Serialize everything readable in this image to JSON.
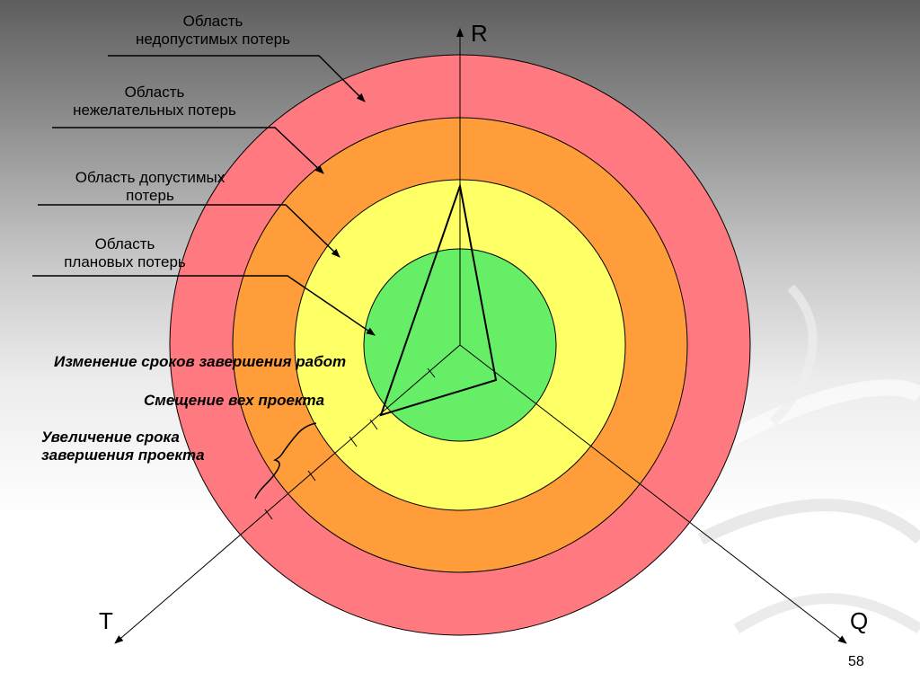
{
  "zones": [
    {
      "id": "unacceptable",
      "label_line1": "Область",
      "label_line2": "недопустимых потерь",
      "color": "#ff7a80"
    },
    {
      "id": "undesirable",
      "label_line1": "Область",
      "label_line2": "нежелательных потерь",
      "color": "#ff9d3a"
    },
    {
      "id": "acceptable",
      "label_line1": "Область допустимых",
      "label_line2": "потерь",
      "color": "#ffff66"
    },
    {
      "id": "planned",
      "label_line1": "Область",
      "label_line2": "плановых потерь",
      "color": "#66ee66"
    }
  ],
  "annotations": {
    "deadline_change": "Изменение сроков завершения работ",
    "milestone_shift": "Смещение вех проекта",
    "project_extension_line1": "Увеличение срока",
    "project_extension_line2": "завершения проекта"
  },
  "axes": {
    "r": "R",
    "t": "T",
    "q": "Q"
  },
  "slide_number": "58"
}
